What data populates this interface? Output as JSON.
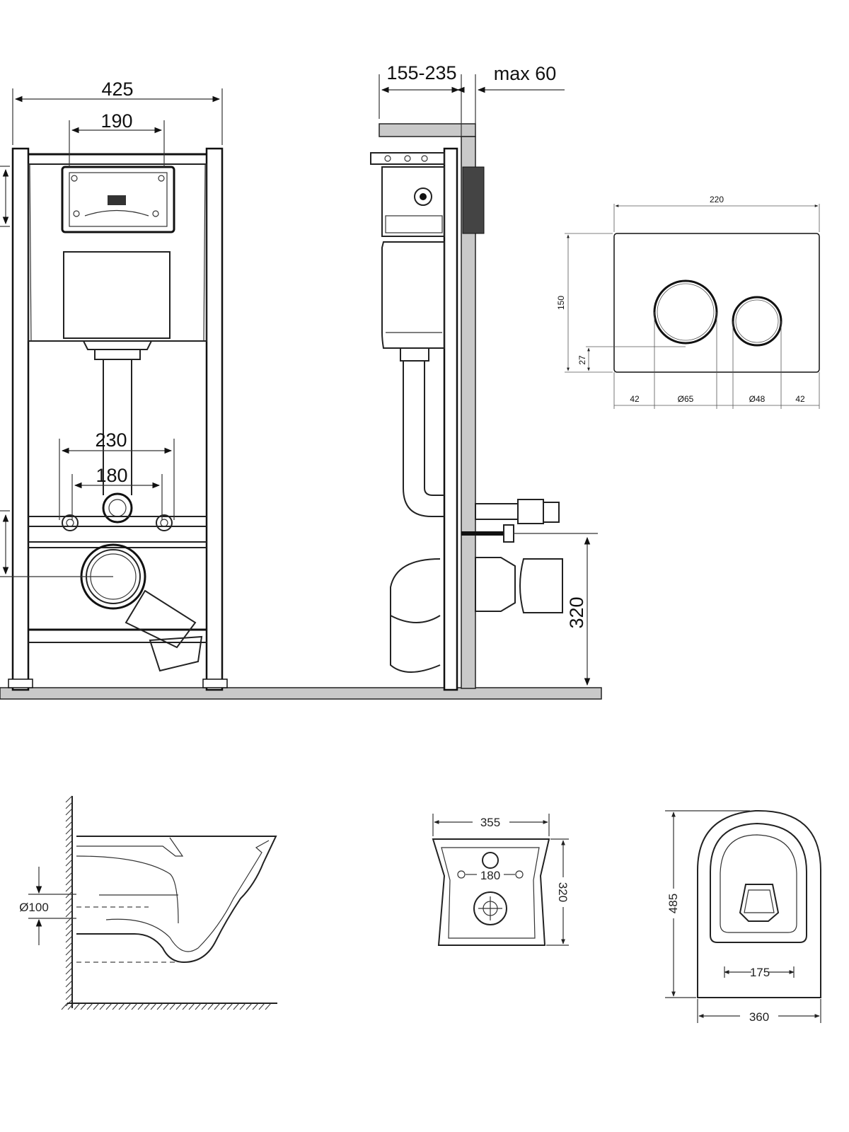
{
  "frame_view": {
    "width_overall": "425",
    "width_panel": "190",
    "width_outer_bolts": "230",
    "width_inner_bolts": "180"
  },
  "side_view": {
    "depth_range": "155-235",
    "wall_max": "max 60",
    "outlet_height": "320"
  },
  "flush_plate": {
    "width": "220",
    "height": "150",
    "button_offset": "27",
    "margin_left": "42",
    "big_button": "Ø65",
    "small_button": "Ø48",
    "margin_right": "42"
  },
  "toilet_side": {
    "outlet_diameter": "Ø100"
  },
  "toilet_back": {
    "width": "355",
    "height": "320",
    "bolt_spacing": "180"
  },
  "toilet_top": {
    "length": "485",
    "width": "360",
    "seat_fix_spacing": "175"
  }
}
